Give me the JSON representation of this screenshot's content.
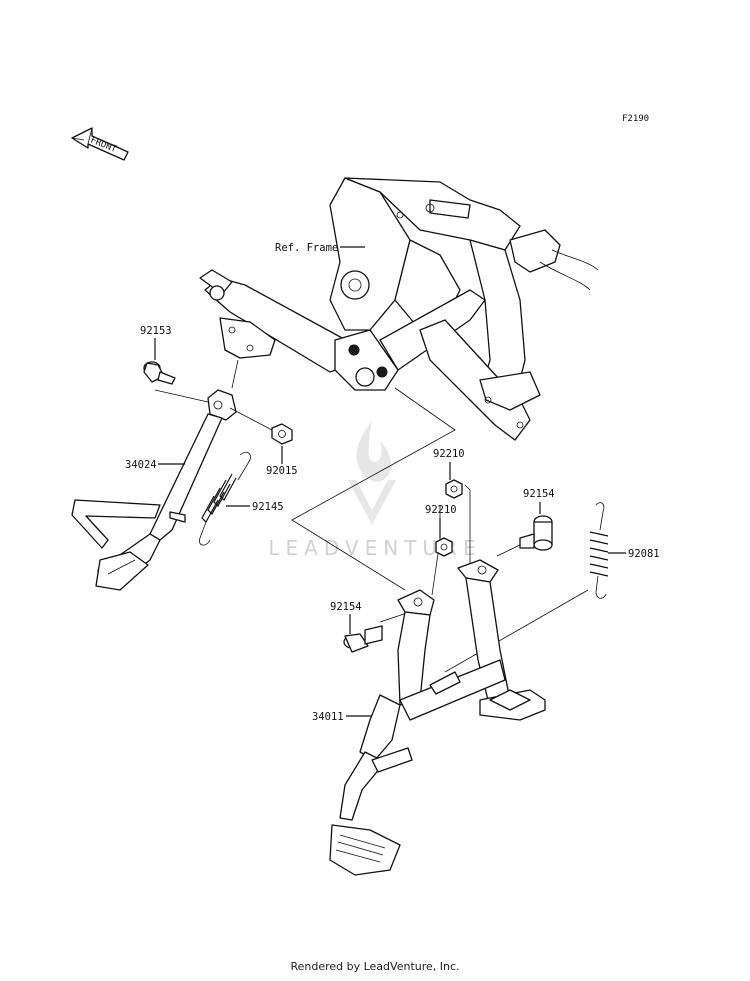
{
  "figure_code": "F2190",
  "front_arrow_label": "FRONT",
  "ref_frame_label": "Ref. Frame",
  "watermark": "LEADVENTURE",
  "footer": "Rendered by LeadVenture, Inc.",
  "callouts": {
    "p92153": "92153",
    "p34024": "34024",
    "p92015": "92015",
    "p92145": "92145",
    "p92210a": "92210",
    "p92210b": "92210",
    "p92154a": "92154",
    "p92081": "92081",
    "p92154b": "92154",
    "p34011": "34011"
  }
}
